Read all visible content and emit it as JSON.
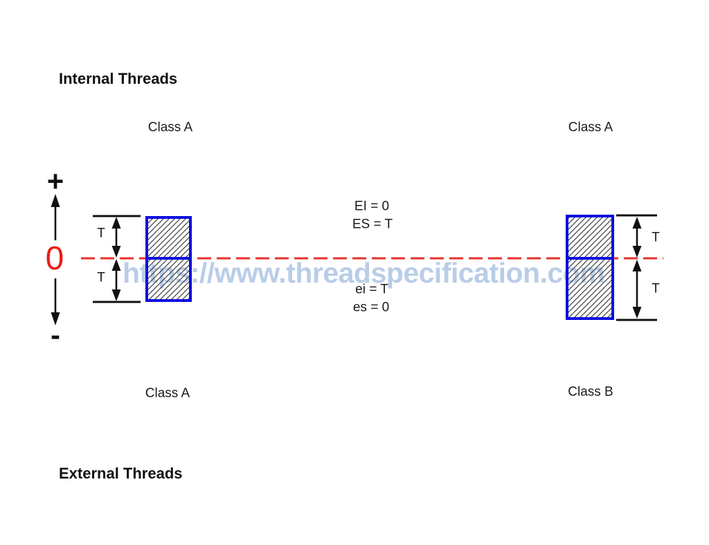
{
  "diagram": {
    "internal_title": "Internal Threads",
    "external_title": "External Threads",
    "watermark": "https://www.threadspecification.com",
    "axis": {
      "plus": "+",
      "zero": "0",
      "minus": "-"
    },
    "tolerance_label": "T",
    "classes": {
      "top_left": "Class A",
      "top_right": "Class A",
      "bottom_left": "Class A",
      "bottom_right": "Class B"
    },
    "deviations": {
      "internal_line1": "EI = 0",
      "internal_line2": "ES = T",
      "external_line1": "ei = T",
      "external_line2": "es = 0"
    },
    "colors": {
      "tolerance_zone_border": "#0a0ae0",
      "zero_line_red": "#e8312a",
      "zero_label_red": "#ee1b15",
      "watermark_blue": "#b9cde8",
      "hatch_gray": "#404040",
      "dimension_black": "#111111"
    }
  }
}
